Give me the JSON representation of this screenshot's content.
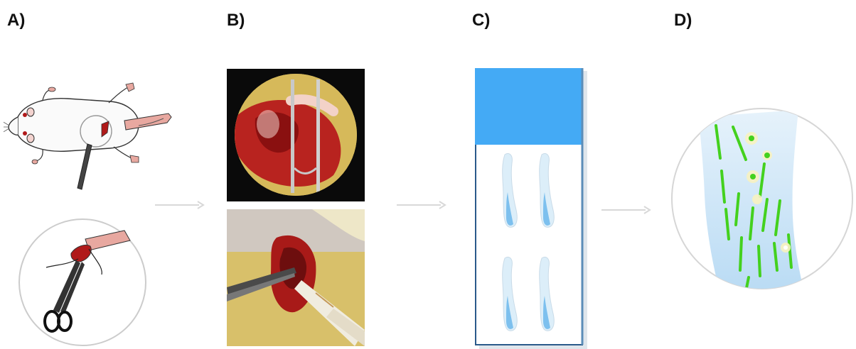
{
  "panels": [
    {
      "label": "A)"
    },
    {
      "label": "B)"
    },
    {
      "label": "C)"
    },
    {
      "label": "D)"
    }
  ],
  "icons": {
    "arrow": "right-arrow-icon",
    "rat": "rat-illustration",
    "forceps": "forceps-icon",
    "microscope_photo": "surgical-microscope-photo",
    "injection_photo": "injection-photo",
    "slide": "slide-with-sections",
    "fluorescence": "fluorescent-nerve-section"
  },
  "colors": {
    "arrow": "#d8d8d8",
    "slide_label": "#44aaf5",
    "slide_border": "#2a5a8a",
    "section_blue": "#7dc0ee",
    "fluor_green": "#44d11e",
    "tissue_red": "#b01a1a",
    "limb_pink": "#e8a8a0"
  }
}
